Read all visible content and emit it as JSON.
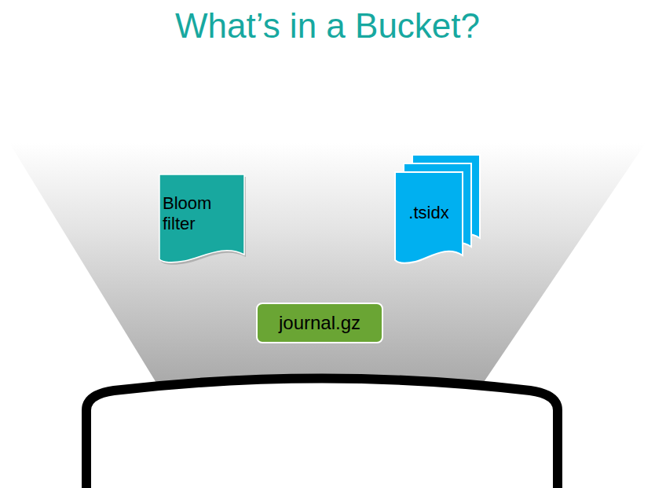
{
  "diagram": {
    "title": "What’s in a Bucket?",
    "nodes": [
      {
        "text": [
          "Bloom filter"
        ]
      },
      {
        "text": [
          ".tsidx"
        ]
      },
      {
        "text": [
          "journal.gz"
        ]
      }
    ]
  }
}
